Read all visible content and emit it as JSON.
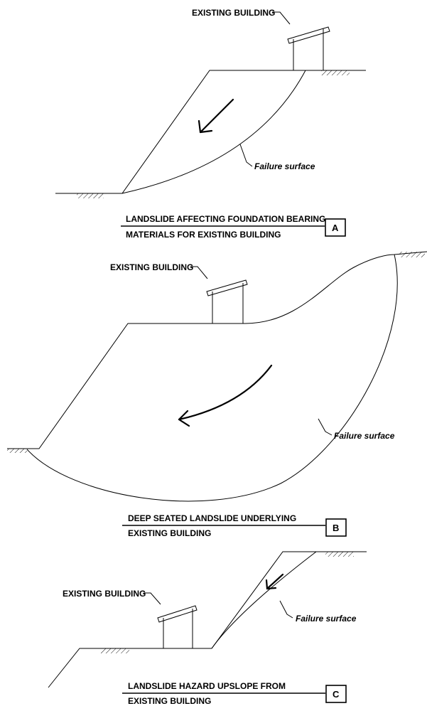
{
  "panels": [
    {
      "id": "A",
      "building_label": "EXISTING BUILDING",
      "failure_label": "Failure surface",
      "caption_line1": "LANDSLIDE AFFECTING FOUNDATION BEARING",
      "caption_line2": "MATERIALS FOR EXISTING BUILDING",
      "letter": "A"
    },
    {
      "id": "B",
      "building_label": "EXISTING BUILDING",
      "failure_label": "Failure surface",
      "caption_line1": "DEEP SEATED LANDSLIDE UNDERLYING",
      "caption_line2": "EXISTING BUILDING",
      "letter": "B"
    },
    {
      "id": "C",
      "building_label": "EXISTING BUILDING",
      "failure_label": "Failure surface",
      "caption_line1": "LANDSLIDE HAZARD UPSLOPE FROM",
      "caption_line2": "EXISTING BUILDING",
      "letter": "C"
    }
  ]
}
